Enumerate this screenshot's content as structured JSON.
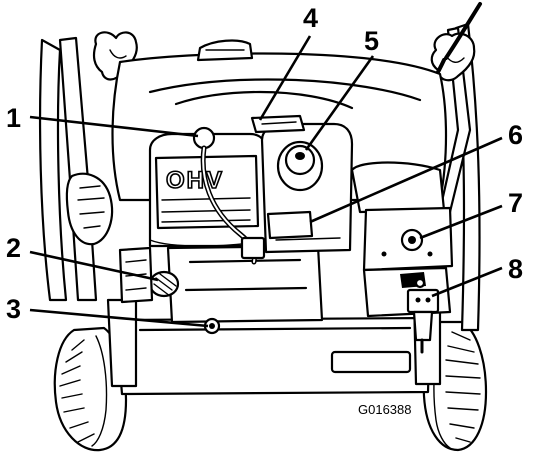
{
  "figure_code": "G016388",
  "engine_brand": "OHV",
  "callouts": [
    {
      "number": "1"
    },
    {
      "number": "2"
    },
    {
      "number": "3"
    },
    {
      "number": "4"
    },
    {
      "number": "5"
    },
    {
      "number": "6"
    },
    {
      "number": "7"
    },
    {
      "number": "8"
    }
  ]
}
